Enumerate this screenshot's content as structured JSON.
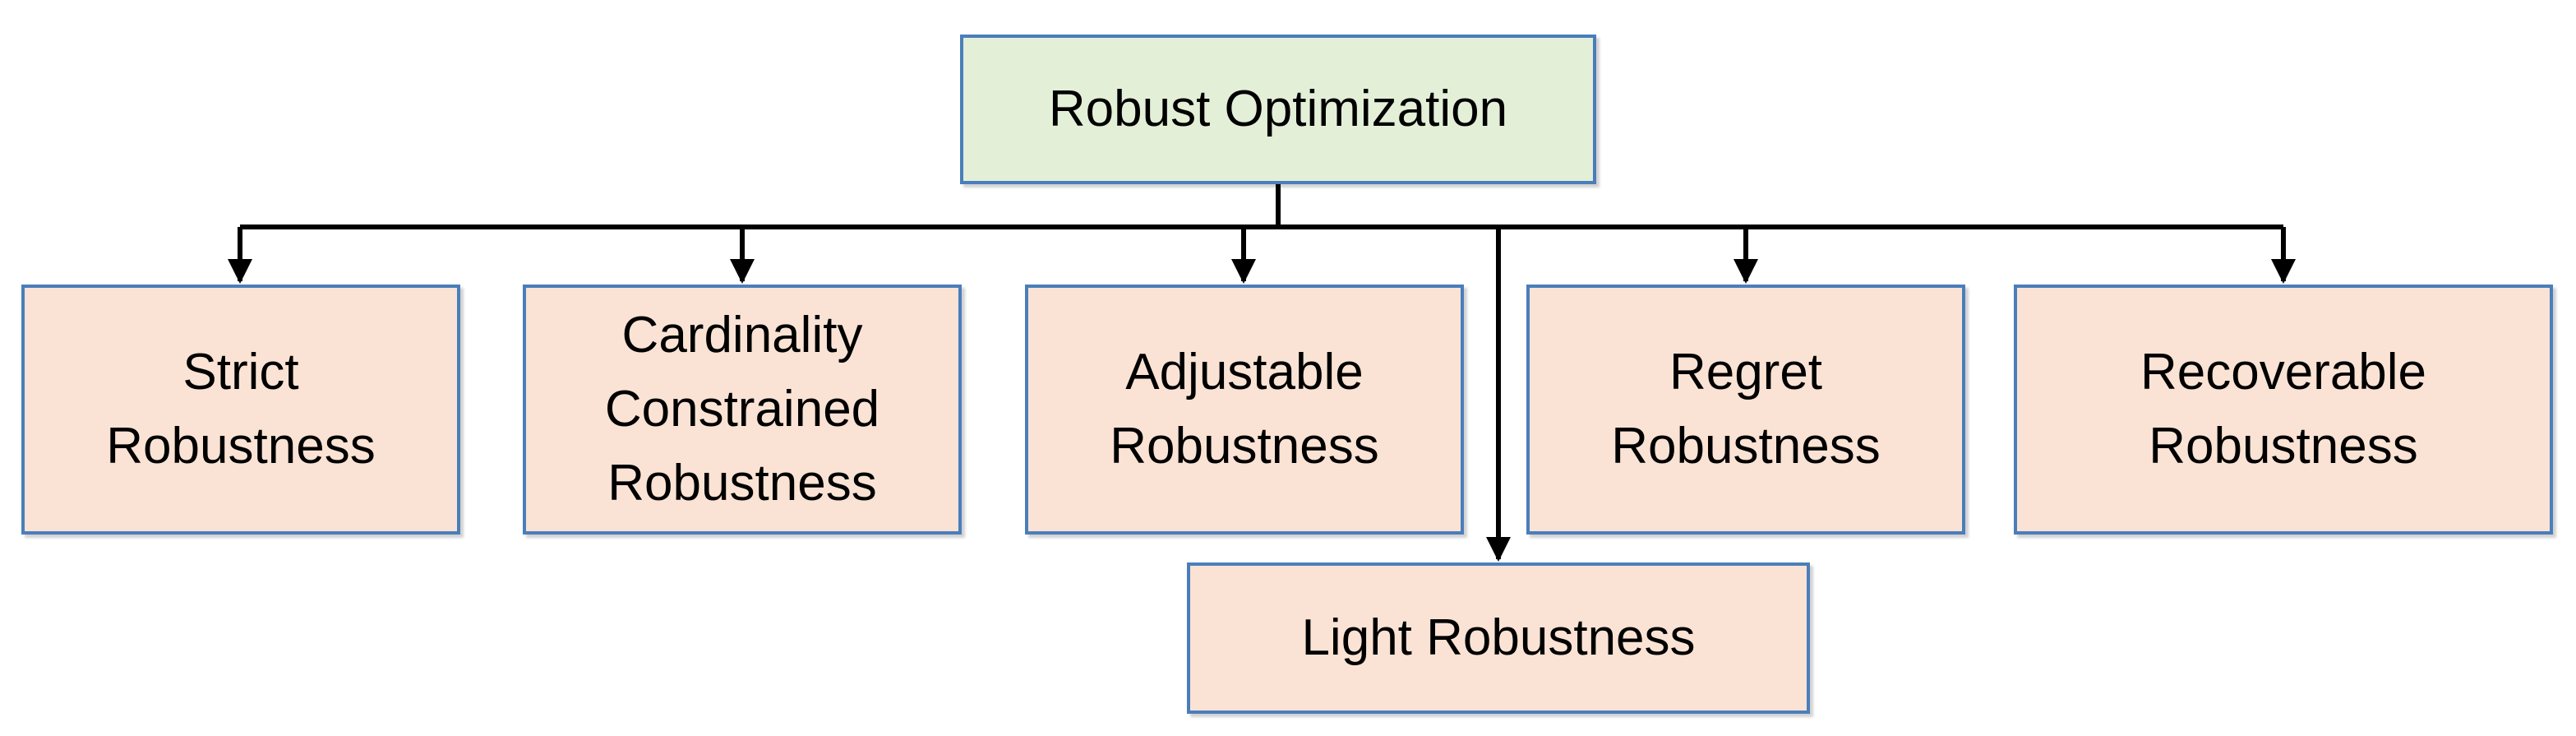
{
  "diagram": {
    "root": {
      "label": "Robust Optimization"
    },
    "children": [
      {
        "id": "strict",
        "lines": [
          "Strict",
          "Robustness"
        ]
      },
      {
        "id": "cardinality",
        "lines": [
          "Cardinality",
          "Constrained",
          "Robustness"
        ]
      },
      {
        "id": "adjustable",
        "lines": [
          "Adjustable",
          "Robustness"
        ]
      },
      {
        "id": "light",
        "lines": [
          "Light Robustness"
        ]
      },
      {
        "id": "regret",
        "lines": [
          "Regret",
          "Robustness"
        ]
      },
      {
        "id": "recoverable",
        "lines": [
          "Recoverable",
          "Robustness"
        ]
      }
    ]
  },
  "colors": {
    "root_fill": "#e4efd8",
    "child_fill": "#fae3d4",
    "border": "#4a7ebb",
    "connector": "#000000"
  }
}
